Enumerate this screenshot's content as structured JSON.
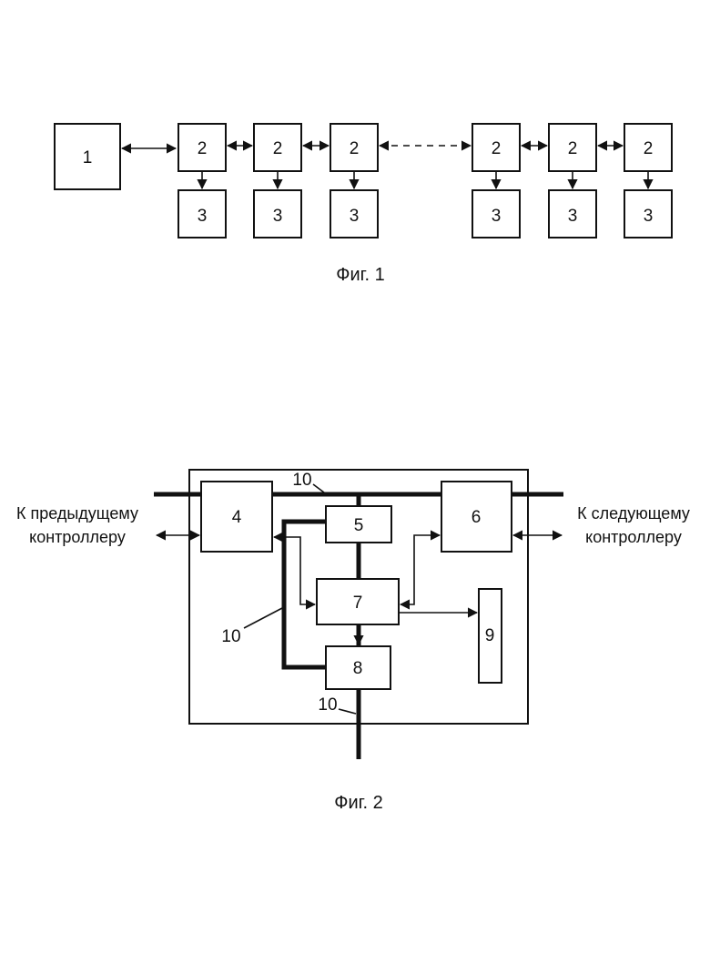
{
  "fig1": {
    "caption": "Фиг. 1",
    "block1_label": "1",
    "block2_label": "2",
    "block3_label": "3"
  },
  "fig2": {
    "caption": "Фиг. 2",
    "left_text_line1": "К предыдущему",
    "left_text_line2": "контроллеру",
    "right_text_line1": "К следующему",
    "right_text_line2": "контроллеру",
    "block4_label": "4",
    "block5_label": "5",
    "block6_label": "6",
    "block7_label": "7",
    "block8_label": "8",
    "block9_label": "9",
    "bus_label": "10"
  }
}
